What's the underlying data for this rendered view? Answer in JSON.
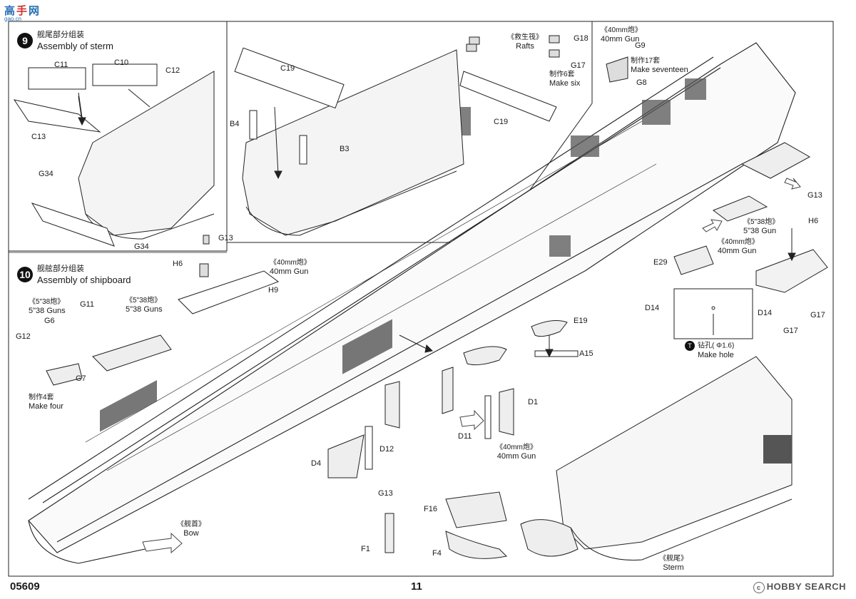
{
  "logo": {
    "chars": [
      "高",
      "手",
      "网"
    ],
    "subtext": "gao.cn"
  },
  "steps": [
    {
      "number": "9",
      "title_cn": "舰尾部分组装",
      "title_en": "Assembly of sterm"
    },
    {
      "number": "10",
      "title_cn": "舰舷部分组装",
      "title_en": "Assembly of shipboard"
    }
  ],
  "callouts": {
    "rafts_cn": "《救生筏》",
    "rafts_en": "Rafts",
    "gun40_cn": "《40mm炮》",
    "gun40_en": "40mm Gun",
    "gun538_cn": "《5\"38炮》",
    "gun538_en": "5\"38 Guns",
    "gun538_en_single": "5\"38 Gun",
    "make_six_cn": "制作6套",
    "make_six_en": "Make six",
    "make_seventeen_cn": "制作17套",
    "make_seventeen_en": "Make seventeen",
    "make_four_cn": "制作4套",
    "make_four_en": "Make four",
    "make_hole_cn": "钻孔( Φ1.6)",
    "make_hole_en": "Make hole",
    "bow_cn": "《舰首》",
    "bow_en": "Bow",
    "stern_cn": "《舰尾》",
    "stern_en": "Sterm"
  },
  "parts": {
    "C11": "C11",
    "C10": "C10",
    "C12": "C12",
    "C13": "C13",
    "G34": "G34",
    "C19": "C19",
    "B4": "B4",
    "B3": "B3",
    "G18": "G18",
    "G17": "G17",
    "G9": "G9",
    "G8": "G8",
    "G13": "G13",
    "H6": "H6",
    "H9": "H9",
    "G11": "G11",
    "G6": "G6",
    "G12": "G12",
    "G7": "G7",
    "E29": "E29",
    "D14": "D14",
    "E19": "E19",
    "A15": "A15",
    "D1": "D1",
    "D11": "D11",
    "D12": "D12",
    "D4": "D4",
    "F16": "F16",
    "F1": "F1",
    "F4": "F4"
  },
  "footer": {
    "code": "05609",
    "page": "11",
    "brand": "HOBBY SEARCH",
    "copyright": "c"
  }
}
